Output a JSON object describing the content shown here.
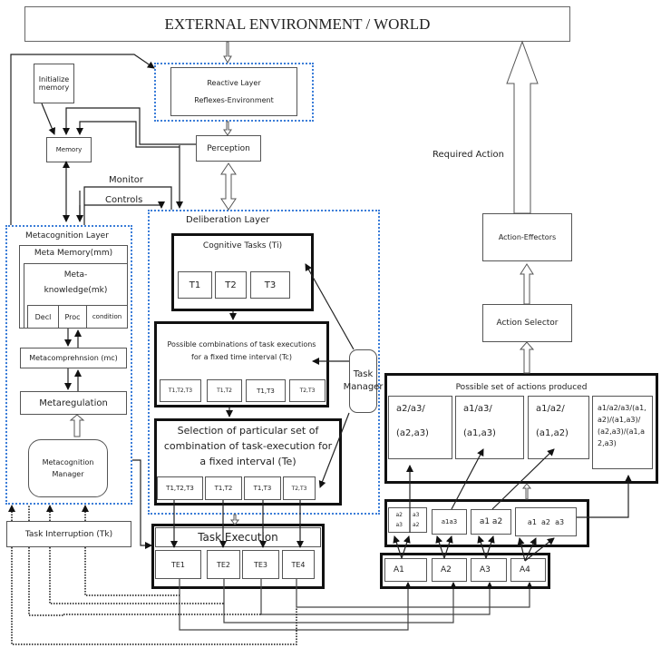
{
  "world": {
    "title": "EXTERNAL ENVIRONMENT / WORLD"
  },
  "reactive": {
    "title": "Reactive Layer",
    "subtitle": "Reflexes-Environment"
  },
  "init_memory": {
    "label": "Initialize memory"
  },
  "memory": {
    "label": "Memory"
  },
  "perception": {
    "label": "Perception"
  },
  "labels": {
    "monitor": "Monitor",
    "controls": "Controls",
    "required_action": "Required Action"
  },
  "metacognition": {
    "title": "Metacognition Layer",
    "meta_memory": "Meta Memory(mm)",
    "meta_knowledge": "Meta-knowledge(mk)",
    "knowledge_types": [
      "Decl",
      "Proc",
      "condition"
    ],
    "metacomprehension": "Metacomprehnsion (mc)",
    "metaregulation": "Metaregulation",
    "manager": "Metacognition Manager"
  },
  "deliberation": {
    "title": "Deliberation Layer",
    "cognitive_tasks": {
      "title": "Cognitive Tasks (Ti)",
      "tasks": [
        "T1",
        "T2",
        "T3"
      ]
    },
    "combinations": {
      "title": "Possible combinations of task executions for a fixed time interval (Tc)",
      "items": [
        "T1,T2,T3",
        "T1,T2",
        "T1,T3",
        "T2,T3"
      ]
    },
    "selection": {
      "title": "Selection of particular set of combination of task-execution for a fixed interval (Te)",
      "items": [
        "T1,T2,T3",
        "T1,T2",
        "T1,T3",
        "T2,T3"
      ]
    },
    "task_manager": "Task Manager"
  },
  "task_interruption": {
    "label": "Task Interruption (Tk)"
  },
  "task_execution": {
    "title": "Task Execution",
    "items": [
      "TE1",
      "TE2",
      "TE3",
      "TE4"
    ]
  },
  "actions_produced": {
    "title": "Possible set of actions produced",
    "sets": [
      {
        "line1": "a2/a3/",
        "line2": "(a2,a3)"
      },
      {
        "line1": "a1/a3/",
        "line2": "(a1,a3)"
      },
      {
        "line1": "a1/a2/",
        "line2": "(a1,a2)"
      },
      {
        "line1": "a1/a2/a3/(a1,a2)/(a1,a3)/(a2,a3)/(a1,a2,a3)",
        "line2": ""
      }
    ]
  },
  "action_combos": {
    "first": [
      "a2",
      "a3",
      "a3",
      "a2"
    ],
    "items": [
      "a1a3",
      "a1 a2",
      "a1  a2  a3"
    ]
  },
  "actions": [
    "A1",
    "A2",
    "A3",
    "A4"
  ],
  "action_selector": {
    "label": "Action Selector"
  },
  "action_effectors": {
    "label": "Action-Effectors"
  }
}
